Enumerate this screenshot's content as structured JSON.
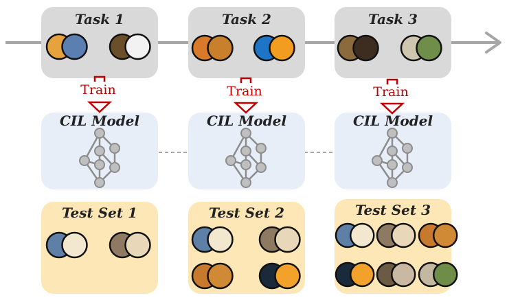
{
  "tasks": [
    {
      "title": "Task 1",
      "pairs": [
        [
          "#e6a23c",
          "#5a7fb0"
        ],
        [
          "#6b4f2a",
          "#f2f2f2"
        ]
      ]
    },
    {
      "title": "Task 2",
      "pairs": [
        [
          "#d97a2a",
          "#c8802d"
        ],
        [
          "#1e74c6",
          "#f29d1f"
        ]
      ]
    },
    {
      "title": "Task 3",
      "pairs": [
        [
          "#8b6a3d",
          "#3c2d20"
        ],
        [
          "#cfc6b0",
          "#6f8e4a"
        ]
      ]
    }
  ],
  "train_label": "Train",
  "cil_model_label": "CIL Model",
  "test_sets": [
    {
      "title": "Test Set 1",
      "pairs": [
        [
          "#5e7fa6",
          "#f2e8d0"
        ],
        [
          "#8e7a63",
          "#e8d7b8"
        ]
      ]
    },
    {
      "title": "Test Set 2",
      "pairs": [
        [
          "#5e7fa6",
          "#f2e8d0"
        ],
        [
          "#8e7a63",
          "#e8d7b8"
        ],
        [
          "#c77a2d",
          "#d08a35"
        ],
        [
          "#1b2a3a",
          "#f2a12b"
        ]
      ]
    },
    {
      "title": "Test Set 3",
      "pairs": [
        [
          "#5e7fa6",
          "#f2e8d0"
        ],
        [
          "#8e7a63",
          "#e8d7b8"
        ],
        [
          "#c77a2d",
          "#d08a35"
        ],
        [
          "#1b2a3a",
          "#f2a12b"
        ],
        [
          "#6b5a44",
          "#c9b9a3"
        ],
        [
          "#c3b8a2",
          "#6d8d48"
        ]
      ]
    }
  ],
  "colors": {
    "task_bg": "#d9d9d9",
    "cil_bg": "#e8eef7",
    "test_bg": "#fde7b6",
    "timeline": "#a6a6a6",
    "train": "#c00000",
    "node": "#bfbfbf"
  }
}
